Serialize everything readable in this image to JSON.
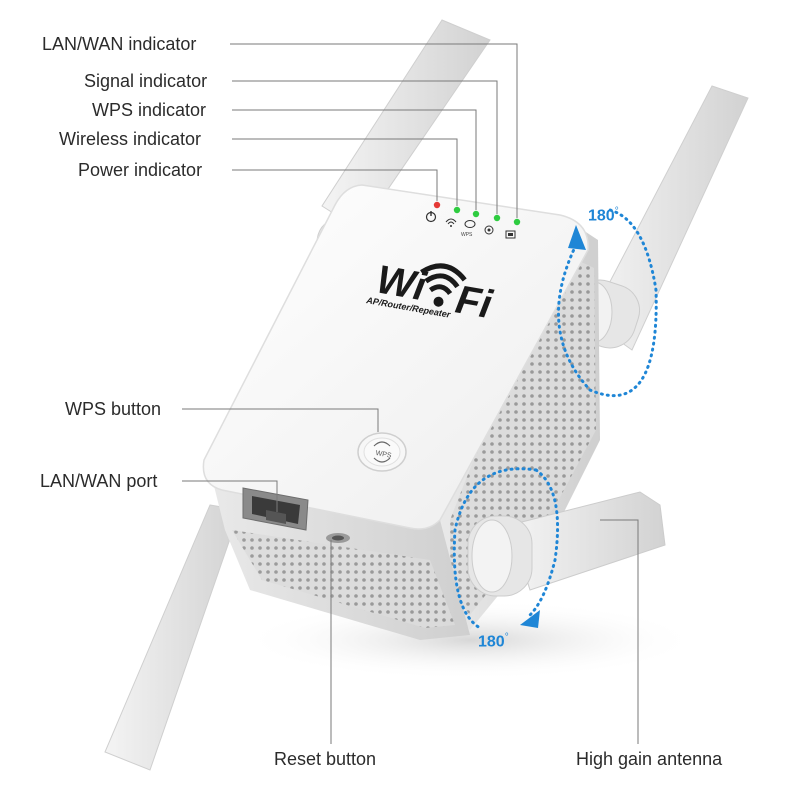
{
  "callouts": {
    "lan_wan_indicator": "LAN/WAN indicator",
    "signal_indicator": "Signal indicator",
    "wps_indicator": "WPS indicator",
    "wireless_indicator": "Wireless indicator",
    "power_indicator": "Power indicator",
    "wps_button": "WPS button",
    "lan_wan_port": "LAN/WAN port",
    "reset_button": "Reset button",
    "high_gain_antenna": "High gain antenna"
  },
  "rotation": {
    "top_angle": "180",
    "bottom_angle": "180",
    "degree_symbol": "°"
  },
  "device": {
    "logo_wi": "Wi",
    "logo_fi": "Fi",
    "logo_subtitle": "AP/Router/Repeater",
    "wps_button_text": "WPS",
    "wps_led_text": "WPS"
  },
  "colors": {
    "power_led": "#e53935",
    "status_led": "#2ecc40",
    "rotation_arrow": "#1f86d6",
    "leader_line": "#7a7a7a"
  },
  "icons": [
    "power-icon",
    "wifi-icon",
    "wps-icon",
    "signal-icon",
    "lan-port-icon"
  ]
}
